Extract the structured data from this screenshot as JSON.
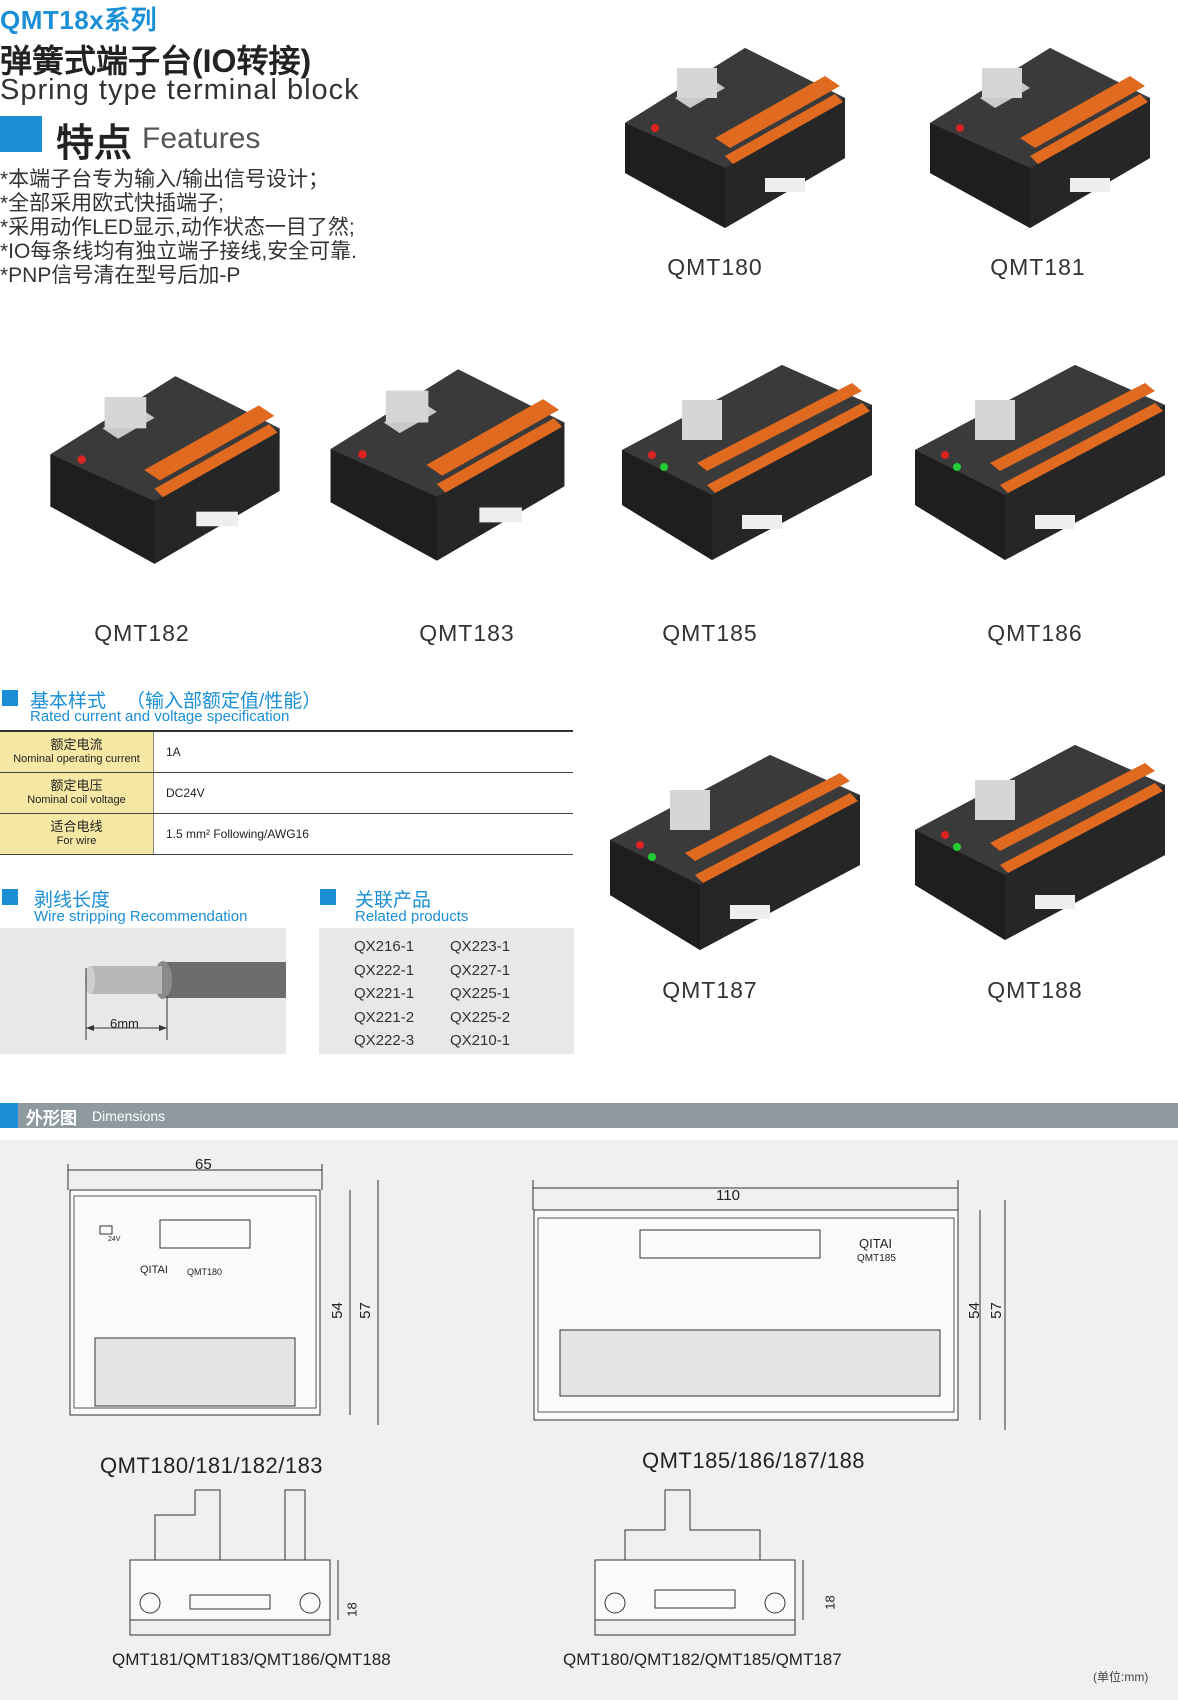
{
  "header": {
    "series": "QMT18x系列",
    "title_cn": "弹簧式端子台(IO转接)",
    "title_en": "Spring type terminal block"
  },
  "features": {
    "title_cn": "特点",
    "title_en": "Features",
    "items": [
      "*本端子台专为输入/输出信号设计；",
      "*全部采用欧式快插端子;",
      "*采用动作LED显示,动作状态一目了然;",
      "*IO每条线均有独立端子接线,安全可靠.",
      "*PNP信号清在型号后加-P"
    ]
  },
  "products": {
    "qmt180": "QMT180",
    "qmt181": "QMT181",
    "qmt182": "QMT182",
    "qmt183": "QMT183",
    "qmt185": "QMT185",
    "qmt186": "QMT186",
    "qmt187": "QMT187",
    "qmt188": "QMT188"
  },
  "spec": {
    "title_cn": "基本样式",
    "subtitle_cn": "（输入部额定值/性能）",
    "title_en": "Rated current and voltage specification",
    "rows": [
      {
        "label_cn": "额定电流",
        "label_en": "Nominal operating current",
        "value": "1A"
      },
      {
        "label_cn": "额定电压",
        "label_en": "Nominal coil voltage",
        "value": "DC24V"
      },
      {
        "label_cn": "适合电线",
        "label_en": "For wire",
        "value": "1.5 mm² Following/AWG16"
      }
    ]
  },
  "strip": {
    "title_cn": "剥线长度",
    "title_en": "Wire stripping Recommendation",
    "length": "6mm"
  },
  "related": {
    "title_cn": "关联产品",
    "title_en": "Related products",
    "col1": [
      "QX216-1",
      "QX222-1",
      "QX221-1",
      "QX221-2",
      "QX222-3"
    ],
    "col2": [
      "QX223-1",
      "QX227-1",
      "QX225-1",
      "QX225-2",
      "QX210-1"
    ]
  },
  "dimensions": {
    "title_cn": "外形图",
    "title_en": "Dimensions",
    "left_width": "65",
    "left_h1": "54",
    "left_h2": "57",
    "left_brand": "QITAI",
    "left_model": "QMT180",
    "left_led_label": "24V",
    "left_caption": "QMT180/181/182/183",
    "right_width": "110",
    "right_h1": "54",
    "right_h2": "57",
    "right_brand": "QITAI",
    "right_model": "QMT185",
    "right_caption": "QMT185/186/187/188",
    "side_left_caption": "QMT180/QMT182/QMT185/QMT187",
    "side_right_caption": "QMT181/QMT183/QMT186/QMT188",
    "side_height": "18",
    "unit": "(单位:mm)"
  }
}
